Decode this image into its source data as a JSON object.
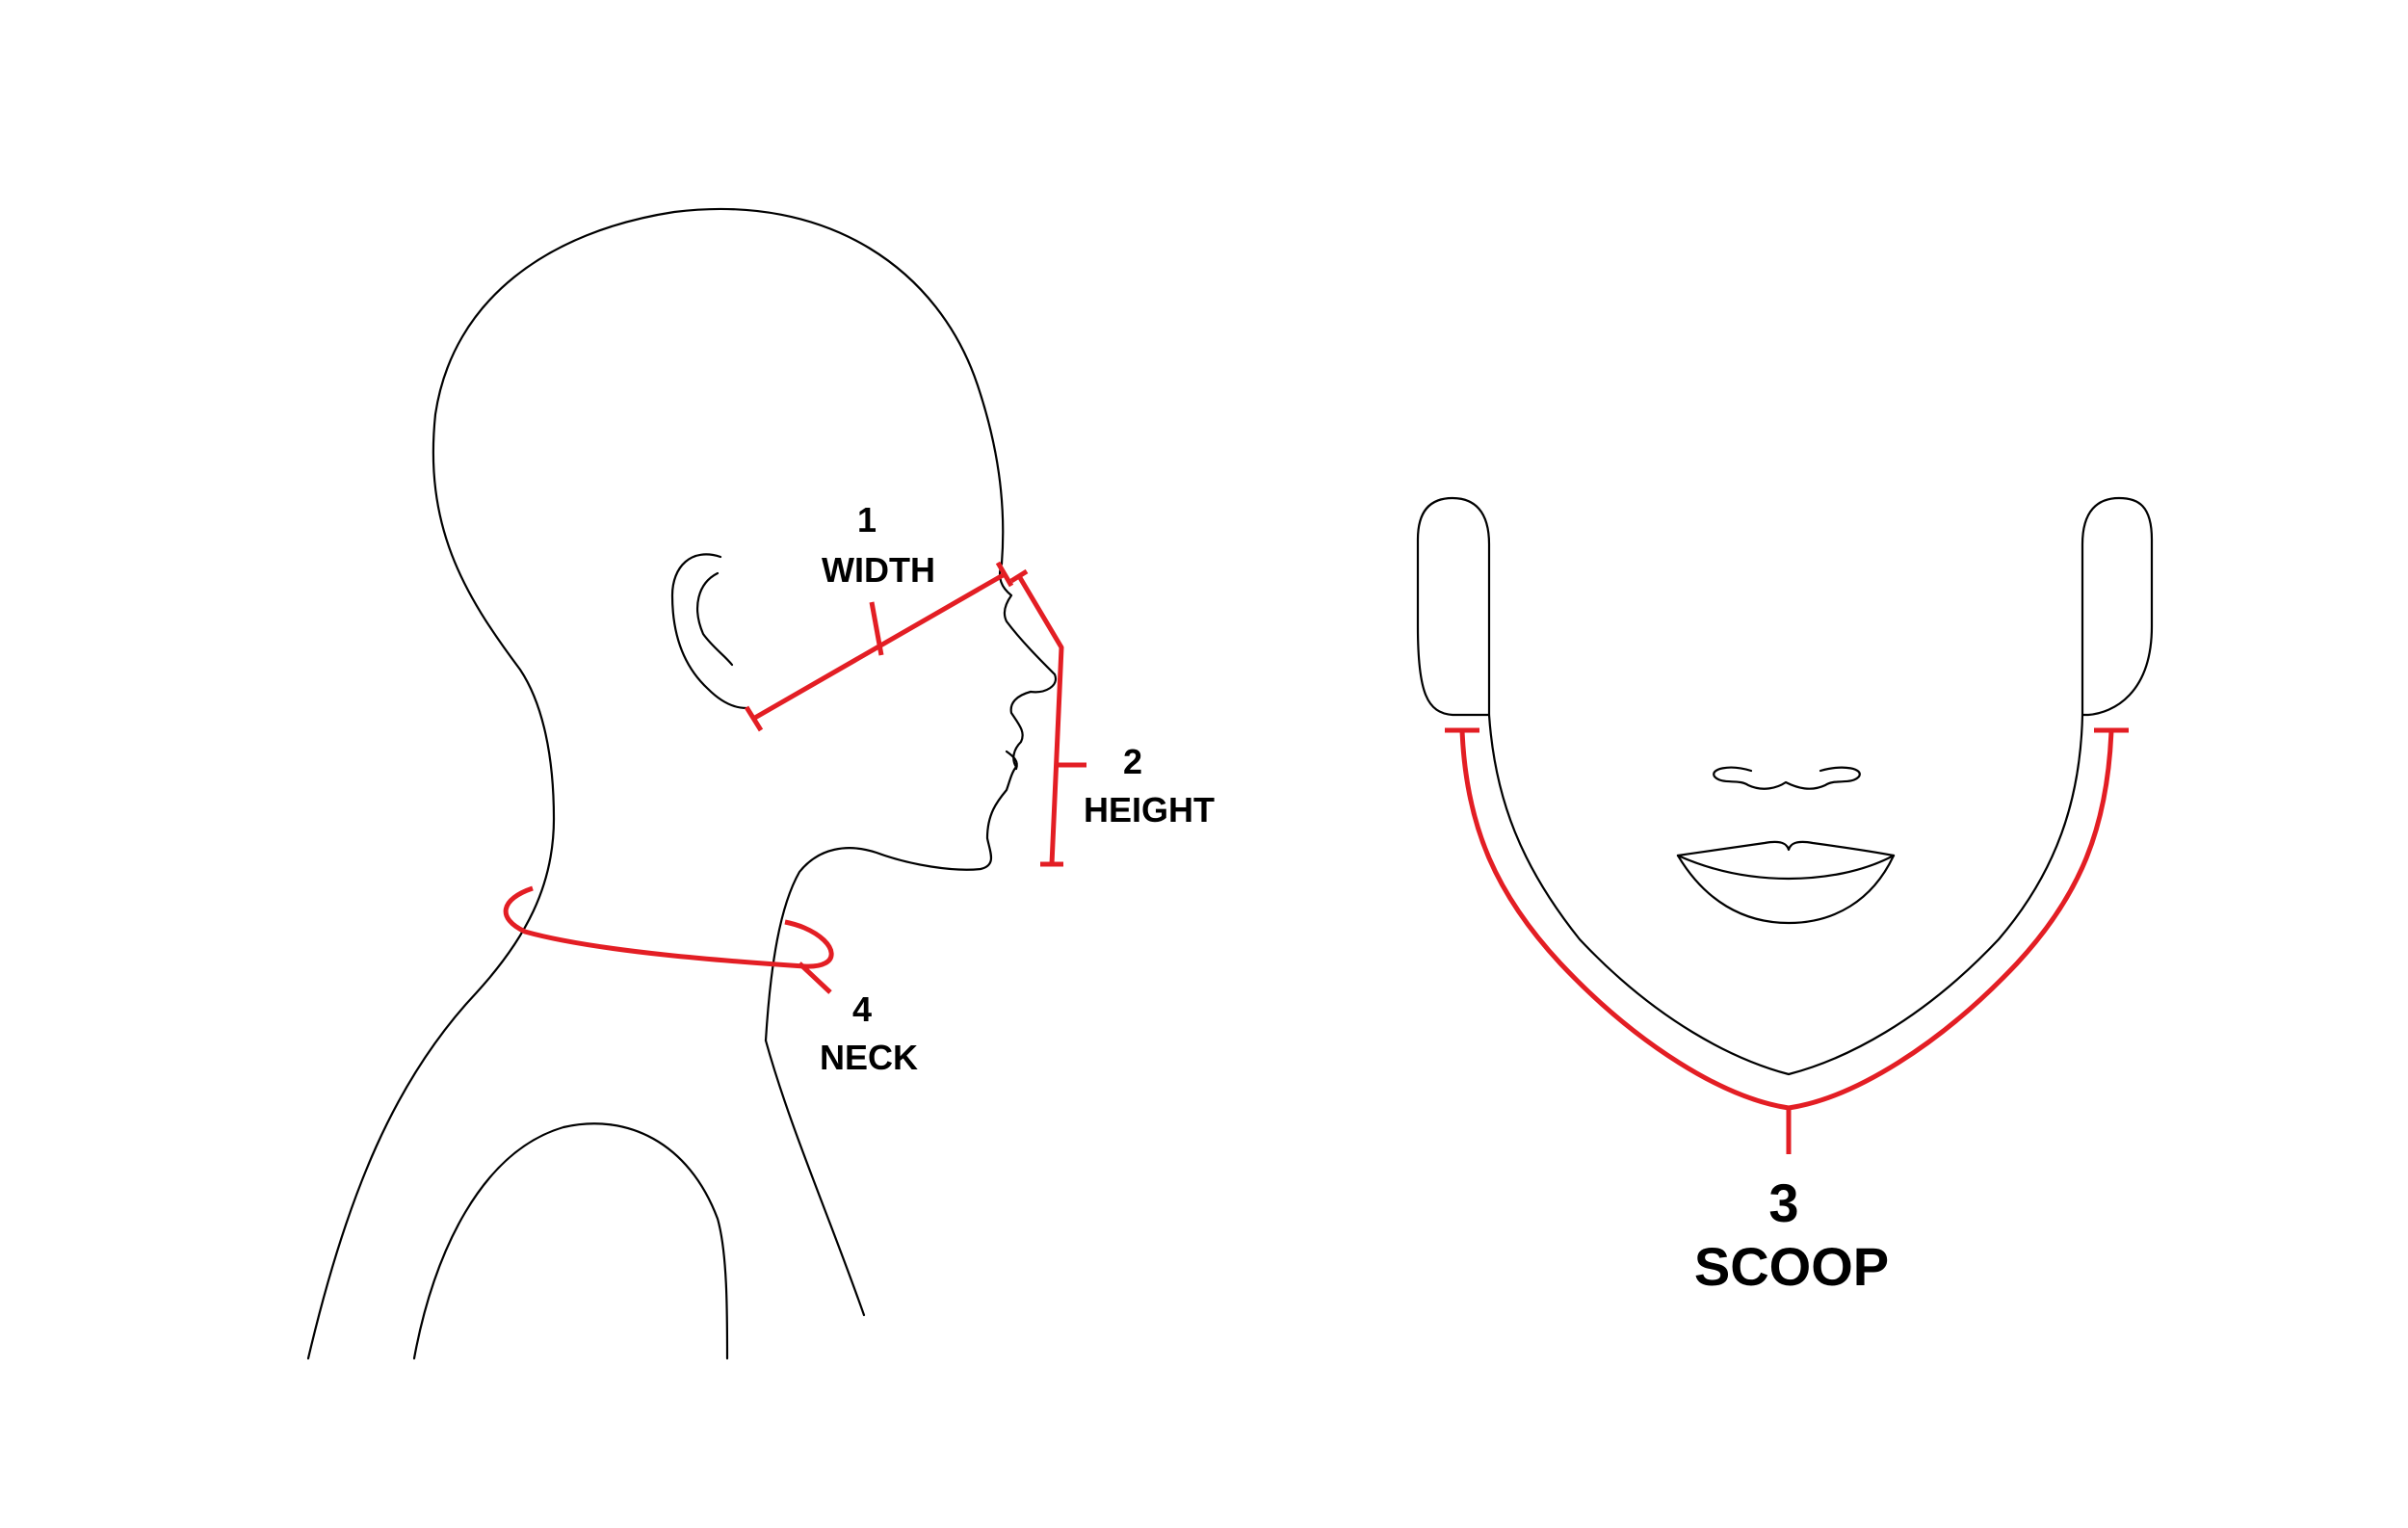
{
  "colors": {
    "background": "#ffffff",
    "outline": "#000000",
    "measure": "#e31e24"
  },
  "measurements": {
    "width": {
      "number": "1",
      "name": "WIDTH"
    },
    "height": {
      "number": "2",
      "name": "HEIGHT"
    },
    "scoop": {
      "number": "3",
      "name": "SCOOP"
    },
    "neck": {
      "number": "4",
      "name": "NECK"
    }
  }
}
